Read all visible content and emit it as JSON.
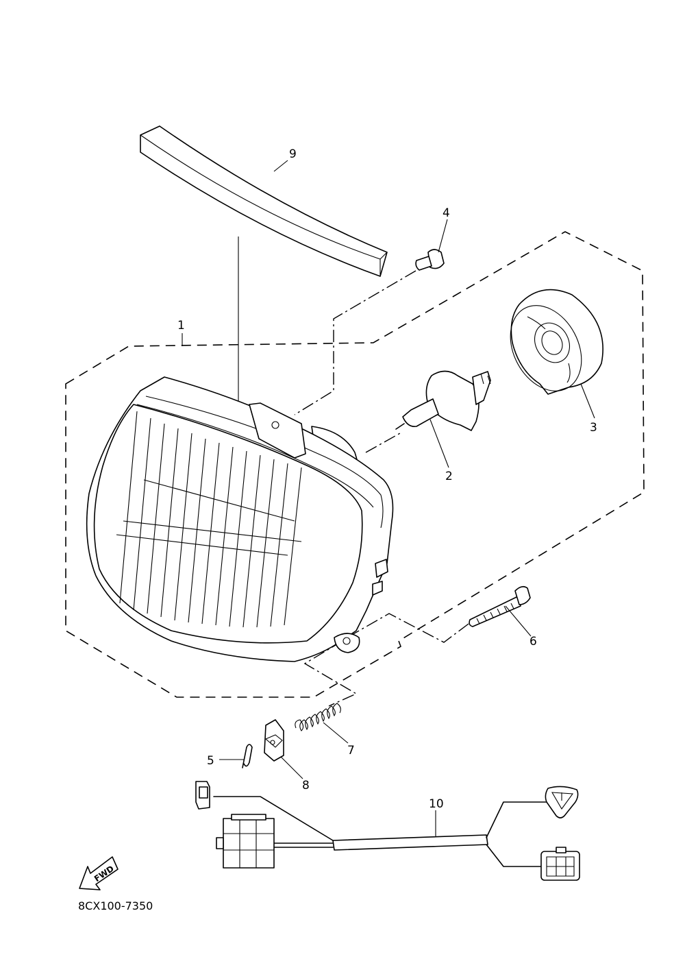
{
  "callouts": {
    "c1": "1",
    "c2": "2",
    "c3": "3",
    "c4": "4",
    "c5": "5",
    "c6": "6",
    "c7": "7",
    "c8": "8",
    "c9": "9",
    "c10": "10"
  },
  "fwd_label": "FWD",
  "diagram_code": "8CX100-7350"
}
